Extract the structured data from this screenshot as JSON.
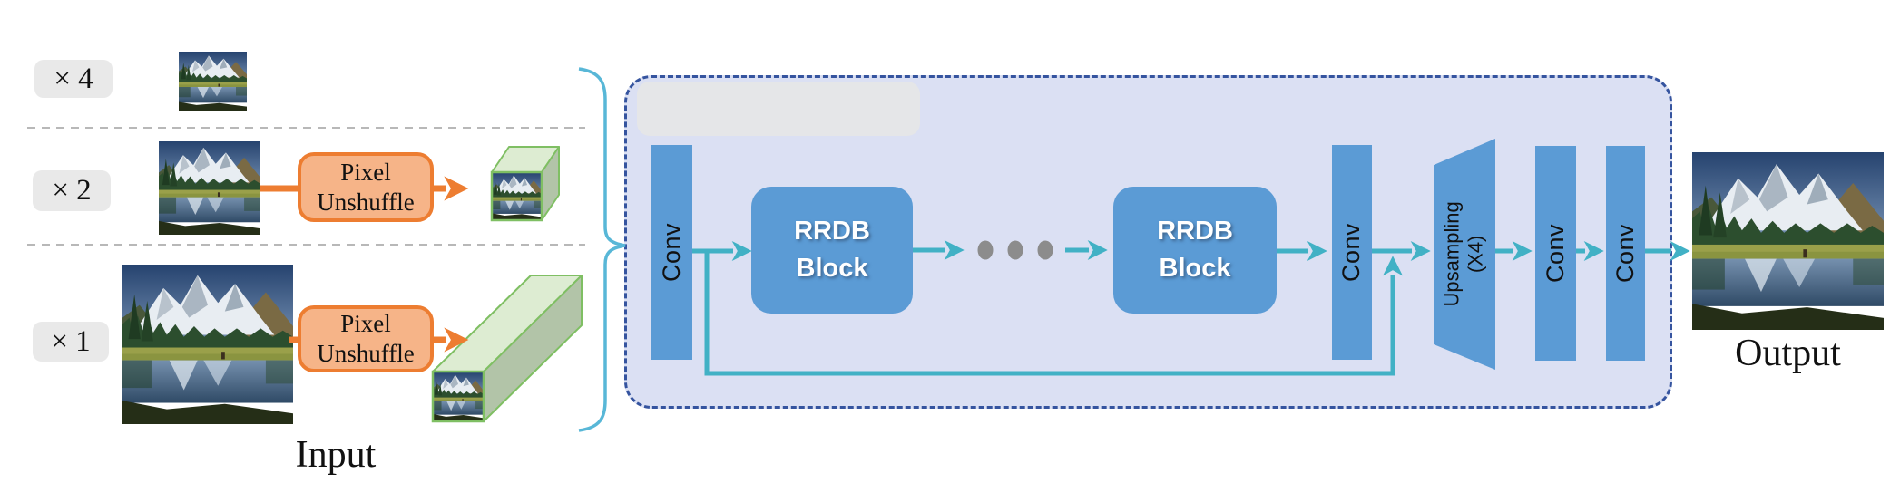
{
  "input_section": {
    "caption": "Input",
    "rows": [
      {
        "badge": "× 4"
      },
      {
        "badge": "× 2",
        "box_line1": "Pixel",
        "box_line2": "Unshuffle"
      },
      {
        "badge": "× 1",
        "box_line1": "Pixel",
        "box_line2": "Unshuffle"
      }
    ]
  },
  "network": {
    "conv_in": "Conv",
    "rrdb_first": {
      "line1": "RRDB",
      "line2": "Block"
    },
    "rrdb_last": {
      "line1": "RRDB",
      "line2": "Block"
    },
    "conv_trunk": "Conv",
    "upsampling": {
      "line1": "Upsampling",
      "line2": "(X4)"
    },
    "conv_hr": "Conv",
    "conv_out": "Conv"
  },
  "output_section": {
    "caption": "Output"
  },
  "colors": {
    "panel_fill": "#dbe0f3",
    "panel_border": "#35549f",
    "block_blue": "#5b9bd5",
    "arrow_teal": "#41b1c5",
    "brace_blue": "#58b7d7",
    "orange_fill": "#f6b488",
    "orange_stroke": "#ed7d31",
    "badge_bg": "#e9e9e9",
    "dot_gray": "#8c8c8c",
    "separator_gray": "#b8b8b8",
    "cube_top": "#ddecd2",
    "cube_side": "#b2c4a8",
    "cube_border": "#7fbf63"
  }
}
